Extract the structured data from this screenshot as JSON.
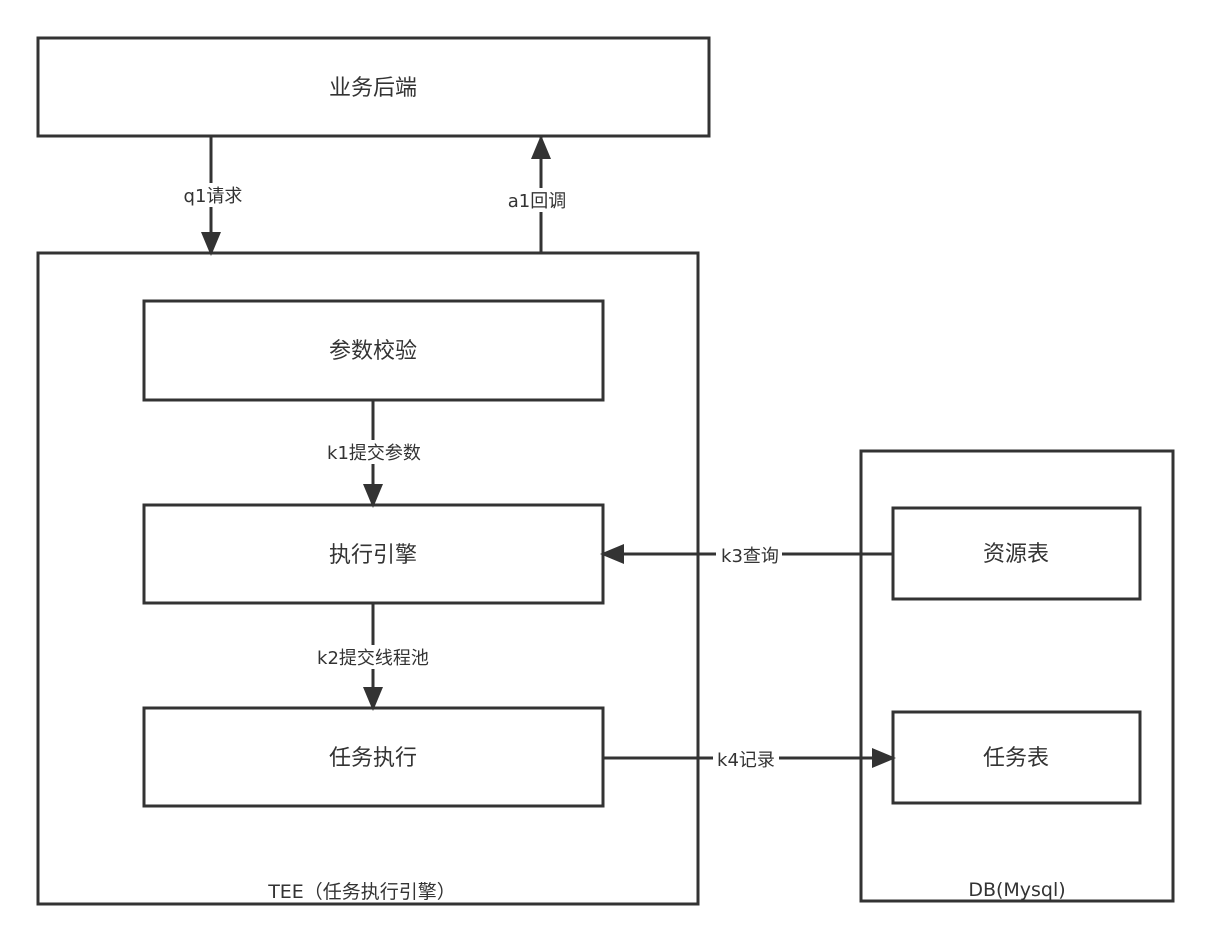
{
  "diagram": {
    "colors": {
      "stroke": "#333333",
      "background": "#ffffff",
      "text": "#333333"
    },
    "nodes": {
      "business_backend": "业务后端",
      "param_check": "参数校验",
      "exec_engine": "执行引擎",
      "task_exec": "任务执行",
      "resource_table": "资源表",
      "task_table": "任务表"
    },
    "containers": {
      "tee": "TEE（任务执行引擎）",
      "db": "DB(Mysql)"
    },
    "edges": {
      "q1": "q1请求",
      "a1": "a1回调",
      "k1": "k1提交参数",
      "k2": "k2提交线程池",
      "k3": "k3查询",
      "k4": "k4记录"
    }
  }
}
